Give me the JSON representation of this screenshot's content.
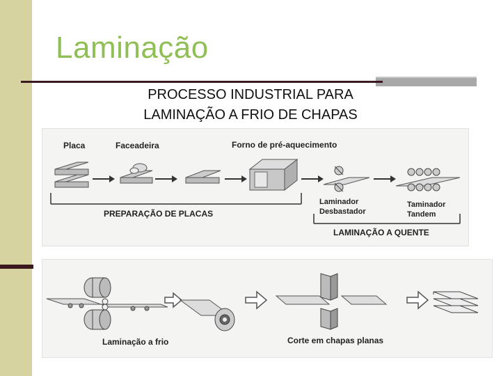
{
  "slide": {
    "title": "Laminação",
    "subtitle_line1": "PROCESSO INDUSTRIAL PARA",
    "subtitle_line2": "LAMINAÇÃO A FRIO DE CHAPAS"
  },
  "diagram_top": {
    "label_placa": "Placa",
    "label_faceadeira": "Faceadeira",
    "label_forno": "Forno de pré-aquecimento",
    "label_laminador_1": "Laminador",
    "label_laminador_2": "Desbastador",
    "label_tandem_1": "Taminador",
    "label_tandem_2": "Tandem",
    "group_preparacao": "PREPARAÇÃO DE PLACAS",
    "group_laminacao_quente": "LAMINAÇÃO A QUENTE"
  },
  "diagram_bottom": {
    "label_laminacao_frio": "Laminação a frio",
    "label_corte": "Corte em chapas planas"
  },
  "colors": {
    "title": "#8fbf55",
    "left_bar": "#d6d3a0",
    "accent_dark": "#3a1a1f"
  }
}
